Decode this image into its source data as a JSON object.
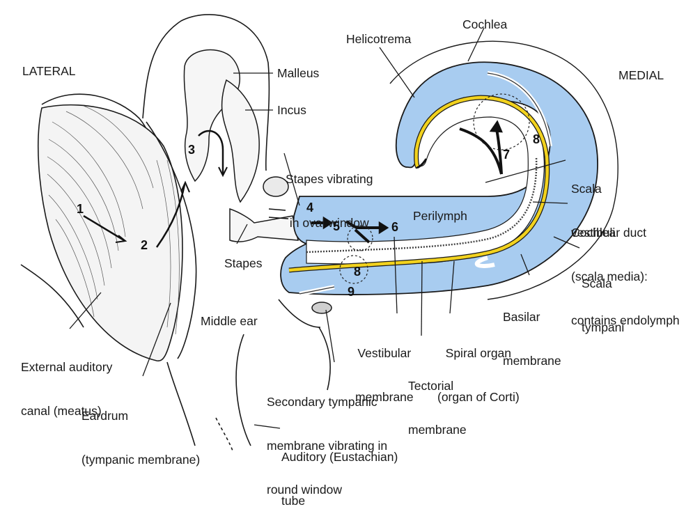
{
  "orientation": {
    "lateral": "LATERAL",
    "medial": "MEDIAL"
  },
  "labels": {
    "cochlea": "Cochlea",
    "helicotrema": "Helicotrema",
    "malleus": "Malleus",
    "incus": "Incus",
    "stapes_vibrating": [
      "Stapes vibrating",
      "in oval window"
    ],
    "scala_vestibuli": [
      "Scala",
      "vestibuli"
    ],
    "cochlear_duct": [
      "Cochlear duct",
      "(scala media):",
      "contains endolymph"
    ],
    "perilymph": "Perilymph",
    "stapes": "Stapes",
    "scala_tympani": [
      "Scala",
      "tympani"
    ],
    "basilar_membrane": [
      "Basilar",
      "membrane"
    ],
    "middle_ear": "Middle ear",
    "vestibular_membrane": [
      "Vestibular",
      "membrane"
    ],
    "spiral_organ": [
      "Spiral organ",
      "(organ of Corti)"
    ],
    "tectorial_membrane": [
      "Tectorial",
      "membrane"
    ],
    "external_canal": [
      "External auditory",
      "canal (meatus)"
    ],
    "eardrum": [
      "Eardrum",
      "(tympanic membrane)"
    ],
    "secondary_tympanic": [
      "Secondary tympanic",
      "membrane vibrating in",
      "round window"
    ],
    "auditory_tube": [
      "Auditory (Eustachian)",
      "tube"
    ]
  },
  "steps": [
    "1",
    "2",
    "3",
    "4",
    "5",
    "6",
    "7",
    "8",
    "8",
    "9"
  ],
  "colors": {
    "fluid": "#a8ccf0",
    "basilar": "#f2d21e",
    "outline": "#1a1a1a",
    "arrow_white": "#ffffff"
  }
}
